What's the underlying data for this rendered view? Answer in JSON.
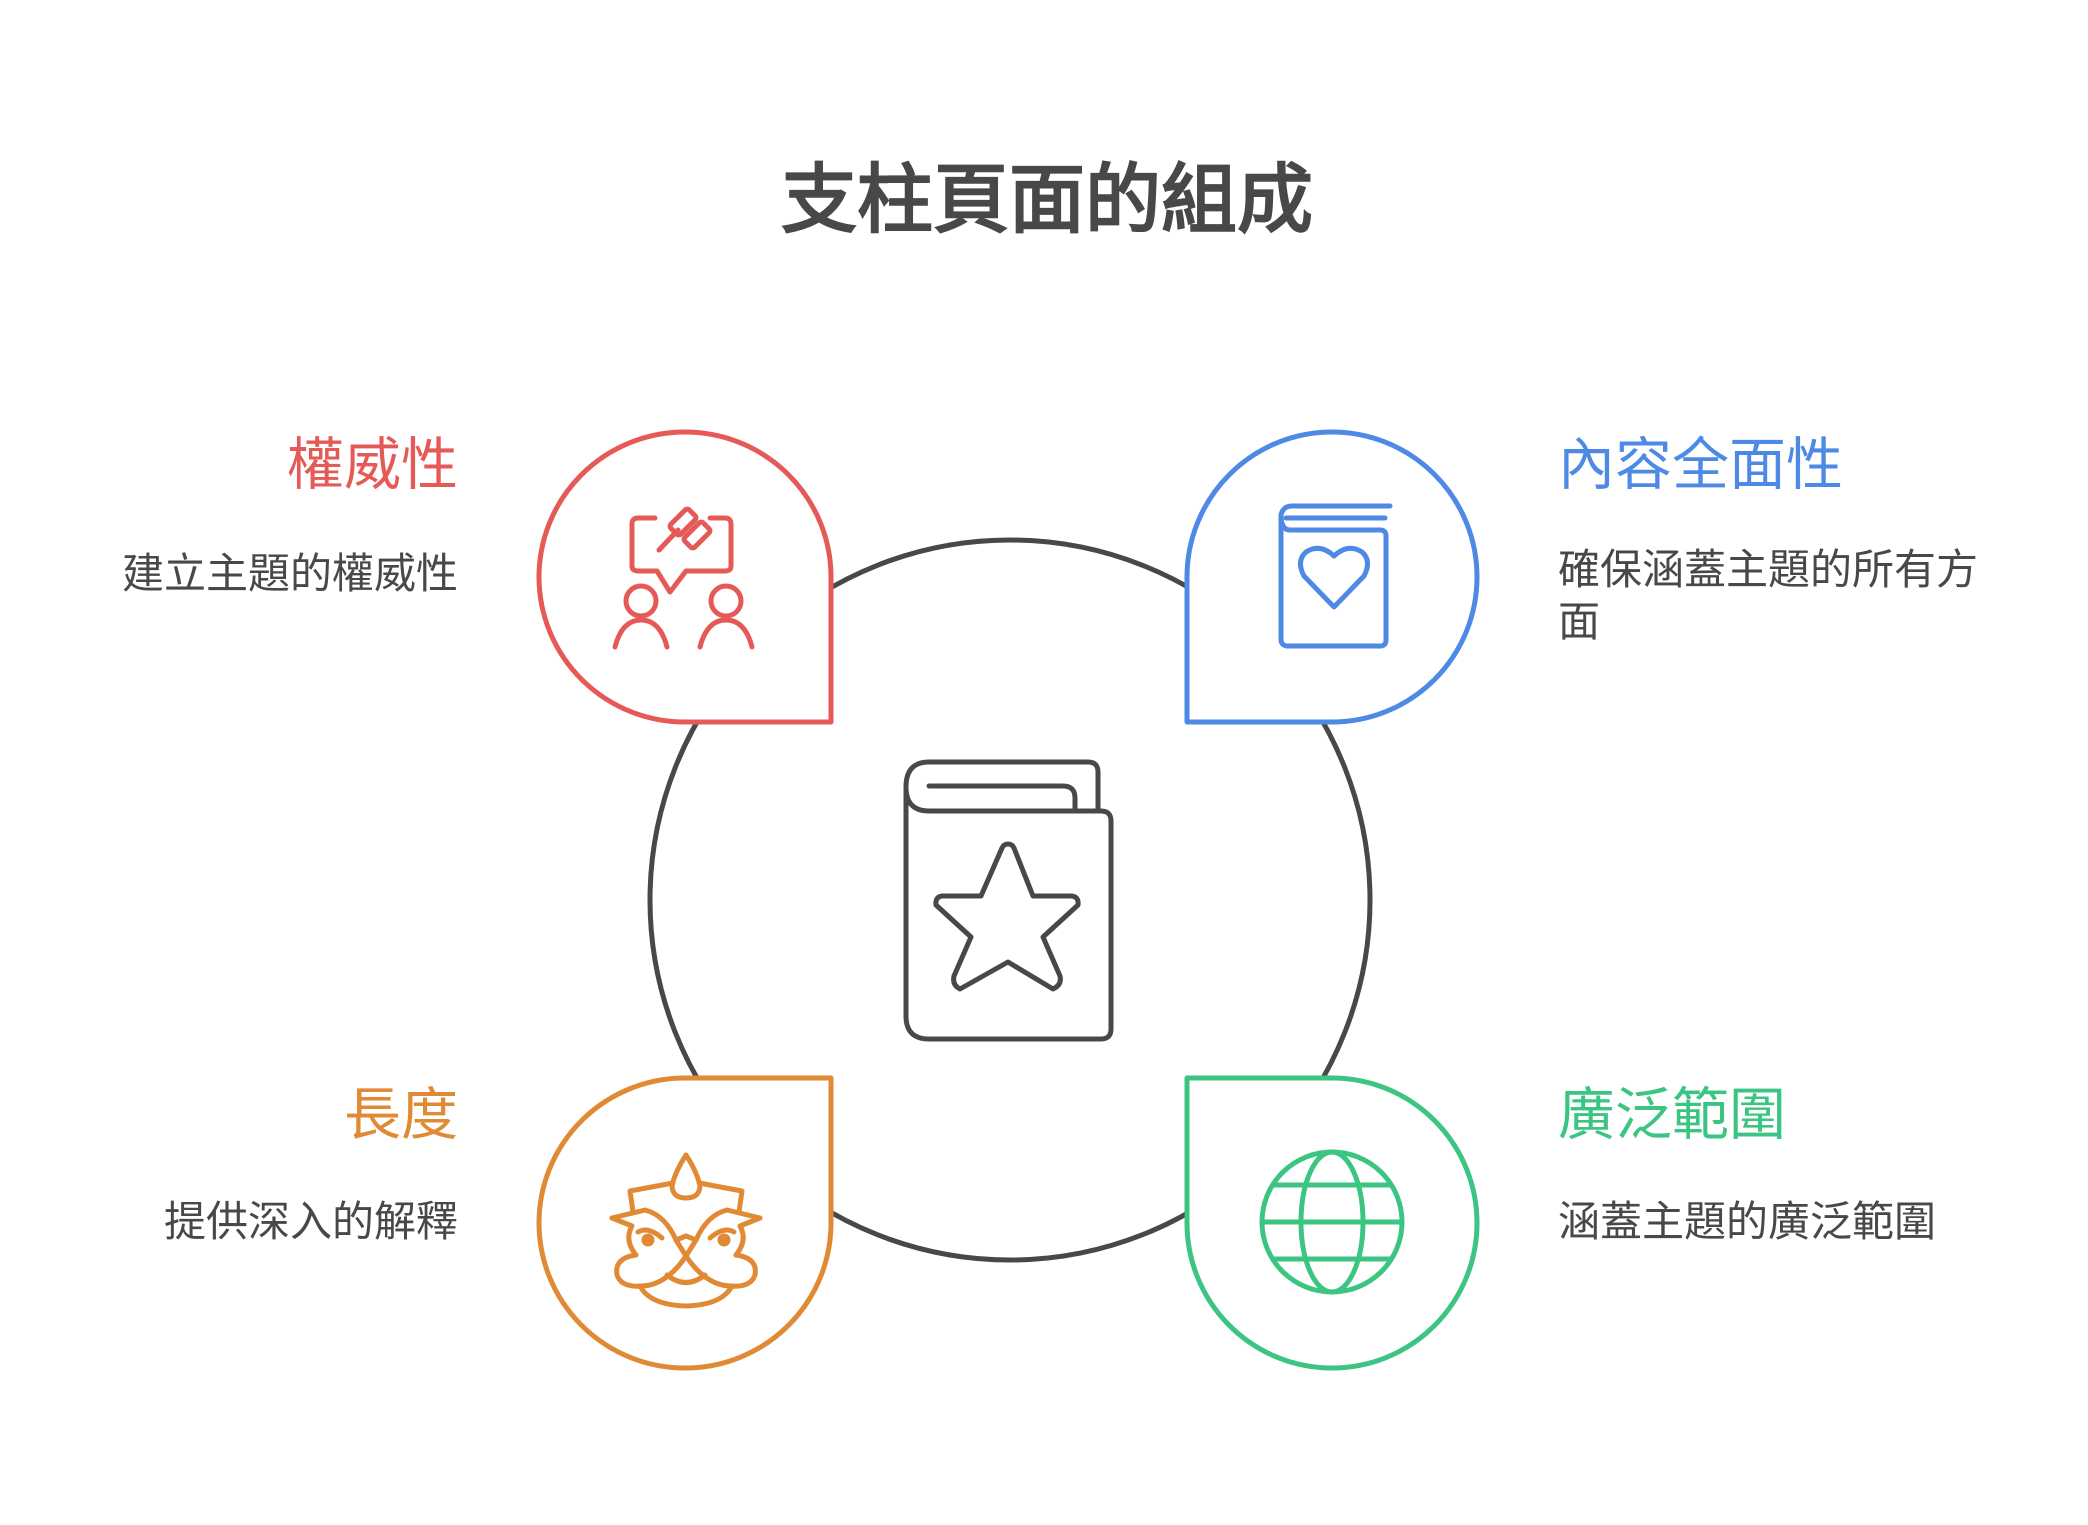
{
  "title": "支柱頁面的組成",
  "colors": {
    "authority": "#E55A57",
    "comprehensive": "#4E8AE5",
    "length": "#E08A35",
    "breadth": "#3CC582",
    "neutral": "#484848"
  },
  "center": {
    "icon": "book-star-icon"
  },
  "items": [
    {
      "title": "權威性",
      "description": "建立主題的權威性",
      "icon": "gavel-discussion-icon",
      "position": "top-left"
    },
    {
      "title": "內容全面性",
      "description": "確保涵蓋主題的所有方面",
      "icon": "book-heart-icon",
      "position": "top-right"
    },
    {
      "title": "長度",
      "description": "提供深入的解釋",
      "icon": "lion-dance-icon",
      "position": "bottom-left"
    },
    {
      "title": "廣泛範圍",
      "description": "涵蓋主題的廣泛範圍",
      "icon": "globe-icon",
      "position": "bottom-right"
    }
  ]
}
